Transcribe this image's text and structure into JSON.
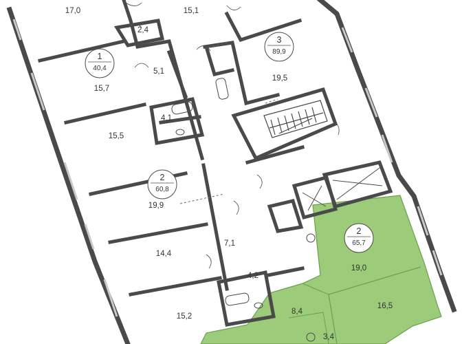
{
  "colors": {
    "wall": "#4a4a4a",
    "window": "#c9c9c9",
    "highlight_fill": "#9ccb79",
    "highlight_stroke": "#6e9e4f",
    "text": "#333333"
  },
  "apartments": [
    {
      "id": "apt-1",
      "number": "1",
      "total_area": "40,4",
      "highlighted": false
    },
    {
      "id": "apt-2-left",
      "number": "2",
      "total_area": "60,8",
      "highlighted": false
    },
    {
      "id": "apt-3",
      "number": "3",
      "total_area": "89,9",
      "highlighted": false
    },
    {
      "id": "apt-2-right",
      "number": "2",
      "total_area": "65,7",
      "highlighted": true
    }
  ],
  "rooms": [
    {
      "id": "room-17-0",
      "area": "17,0"
    },
    {
      "id": "room-15-1",
      "area": "15,1"
    },
    {
      "id": "room-2-4",
      "area": "2,4"
    },
    {
      "id": "room-15-7",
      "area": "15,7"
    },
    {
      "id": "room-5-1",
      "area": "5,1"
    },
    {
      "id": "room-19-5",
      "area": "19,5"
    },
    {
      "id": "room-4-1",
      "area": "4,1"
    },
    {
      "id": "room-15-5",
      "area": "15,5"
    },
    {
      "id": "room-19-9",
      "area": "19,9"
    },
    {
      "id": "room-14-4",
      "area": "14,4"
    },
    {
      "id": "room-7-1",
      "area": "7,1"
    },
    {
      "id": "room-4-2",
      "area": "4,2"
    },
    {
      "id": "room-15-2",
      "area": "15,2"
    },
    {
      "id": "room-19-0",
      "area": "19,0"
    },
    {
      "id": "room-8-4",
      "area": "8,4"
    },
    {
      "id": "room-16-5",
      "area": "16,5"
    },
    {
      "id": "room-3-4",
      "area": "3,4"
    }
  ]
}
